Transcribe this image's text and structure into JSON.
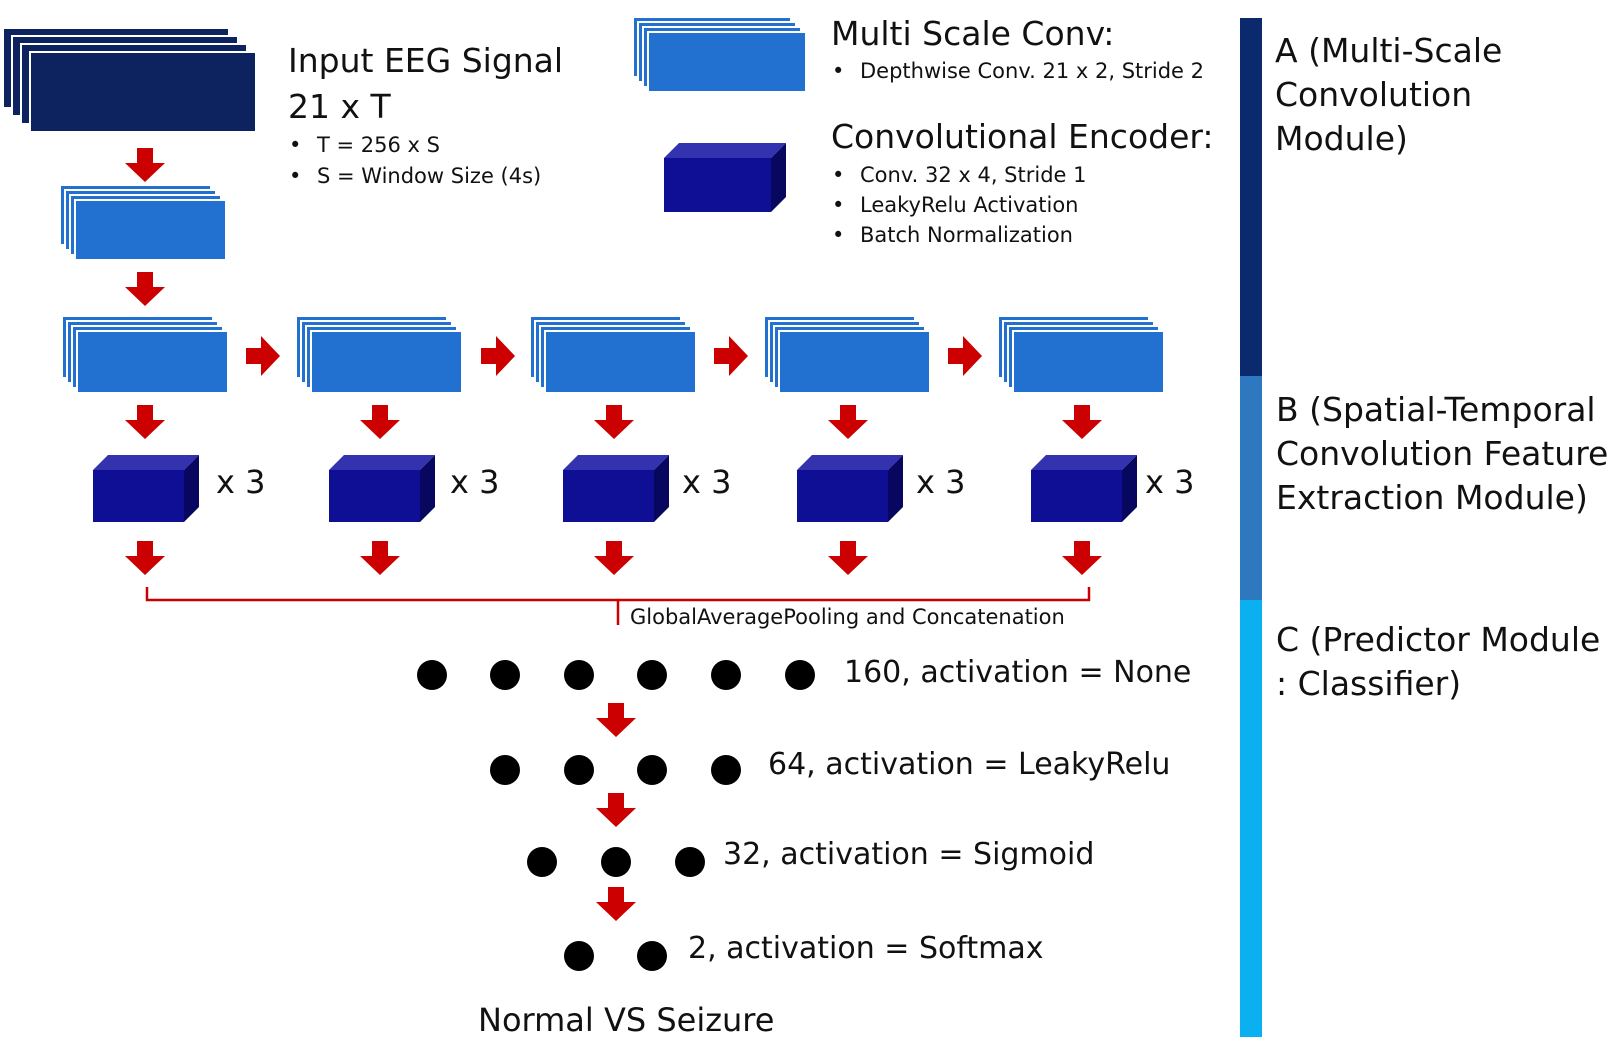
{
  "input": {
    "title": "Input EEG Signal",
    "dims": "21 x T",
    "bullets": [
      "T = 256 x S",
      "S = Window Size (4s)"
    ]
  },
  "legend": {
    "msc_title": "Multi Scale Conv:",
    "msc_bullets": [
      "Depthwise Conv. 21 x 2, Stride 2"
    ],
    "enc_title": "Convolutional Encoder:",
    "enc_bullets": [
      "Conv. 32 x 4, Stride 1",
      "LeakyRelu Activation",
      "Batch Normalization"
    ]
  },
  "encoder_repeat": "x 3",
  "pooling_label": "GlobalAveragePooling and Concatenation",
  "dense_layers": [
    {
      "label": "160, activation = None",
      "nodes": 6
    },
    {
      "label": "64, activation = LeakyRelu",
      "nodes": 4
    },
    {
      "label": "32, activation = Sigmoid",
      "nodes": 3
    },
    {
      "label": "2, activation = Softmax",
      "nodes": 2
    }
  ],
  "output_label": "Normal VS Seizure",
  "modules": [
    {
      "label": "A (Multi-Scale Convolution Module)",
      "color": "#0b2a6e"
    },
    {
      "label": "B (Spatial-Temporal Convolution Feature Extraction  Module)",
      "color": "#2e78bf"
    },
    {
      "label": "C (Predictor Module : Classifier)",
      "color": "#0bb0f0"
    }
  ],
  "colors": {
    "input_block": "#0c2360",
    "msc_block": "#2271d0",
    "encoder_front": "#0f0f96",
    "encoder_top": "#3333b0",
    "encoder_side": "#070760",
    "arrow": "#cc0000",
    "node": "#000000"
  }
}
